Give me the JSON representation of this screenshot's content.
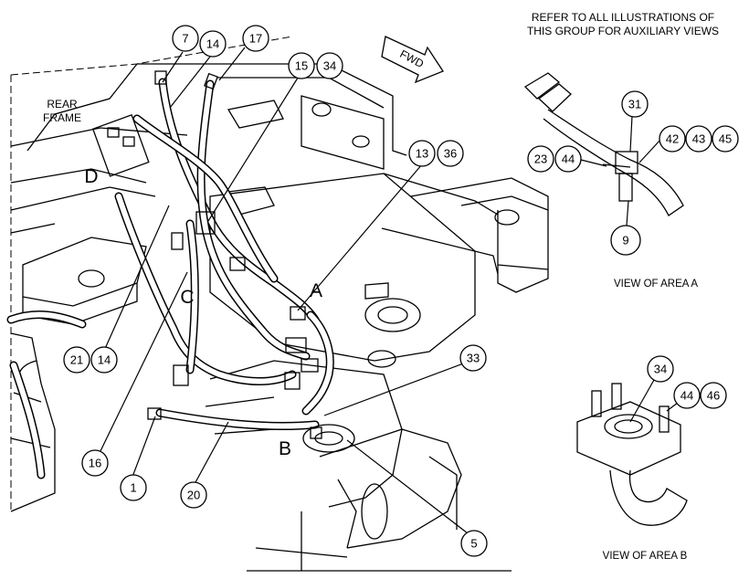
{
  "note": {
    "line1": "REFER TO ALL ILLUSTRATIONS OF",
    "line2": "THIS GROUP FOR AUXILIARY VIEWS"
  },
  "fwd_label": "FWD",
  "rear_frame": {
    "line1": "REAR",
    "line2": "FRAME"
  },
  "area_letters": {
    "a": "A",
    "b": "B",
    "c": "C",
    "d": "D"
  },
  "views": {
    "a": "VIEW OF AREA A",
    "b": "VIEW OF AREA B"
  },
  "callouts": {
    "c7": "7",
    "c14a": "14",
    "c17": "17",
    "c15": "15",
    "c34a": "34",
    "c13": "13",
    "c36": "36",
    "c21": "21",
    "c14b": "14",
    "c33": "33",
    "c16": "16",
    "c1": "1",
    "c20": "20",
    "c5": "5",
    "c31": "31",
    "c23": "23",
    "c44a": "44",
    "c42": "42",
    "c43": "43",
    "c45": "45",
    "c9": "9",
    "c34b": "34",
    "c44b": "44",
    "c46": "46"
  }
}
